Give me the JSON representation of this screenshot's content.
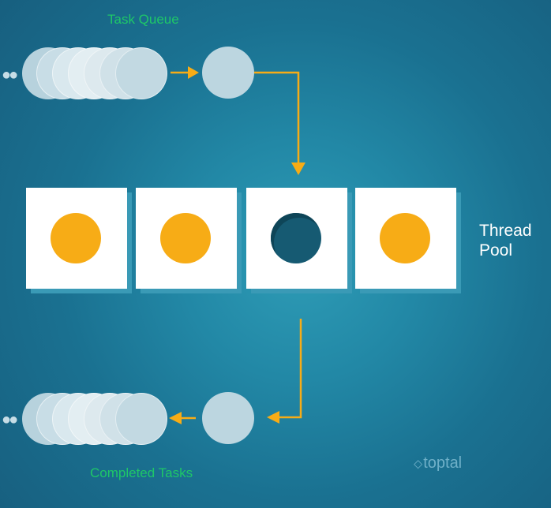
{
  "labels": {
    "task_queue": "Task Queue",
    "completed_tasks": "Completed Tasks",
    "thread_pool_line1": "Thread",
    "thread_pool_line2": "Pool",
    "brand": "toptal"
  },
  "threads": [
    {
      "state": "busy"
    },
    {
      "state": "busy"
    },
    {
      "state": "idle"
    },
    {
      "state": "busy"
    }
  ],
  "colors": {
    "background": "#2288a6",
    "accent_label": "#1ec768",
    "arrow": "#f7ac16",
    "busy_thread": "#f7ac16",
    "idle_thread": "#165a72",
    "task_circle": "#bcd6e0",
    "card": "#ffffff"
  },
  "icons": {
    "brand_mark": "toptal-logo-icon",
    "ellipsis": "ellipsis-icon"
  }
}
